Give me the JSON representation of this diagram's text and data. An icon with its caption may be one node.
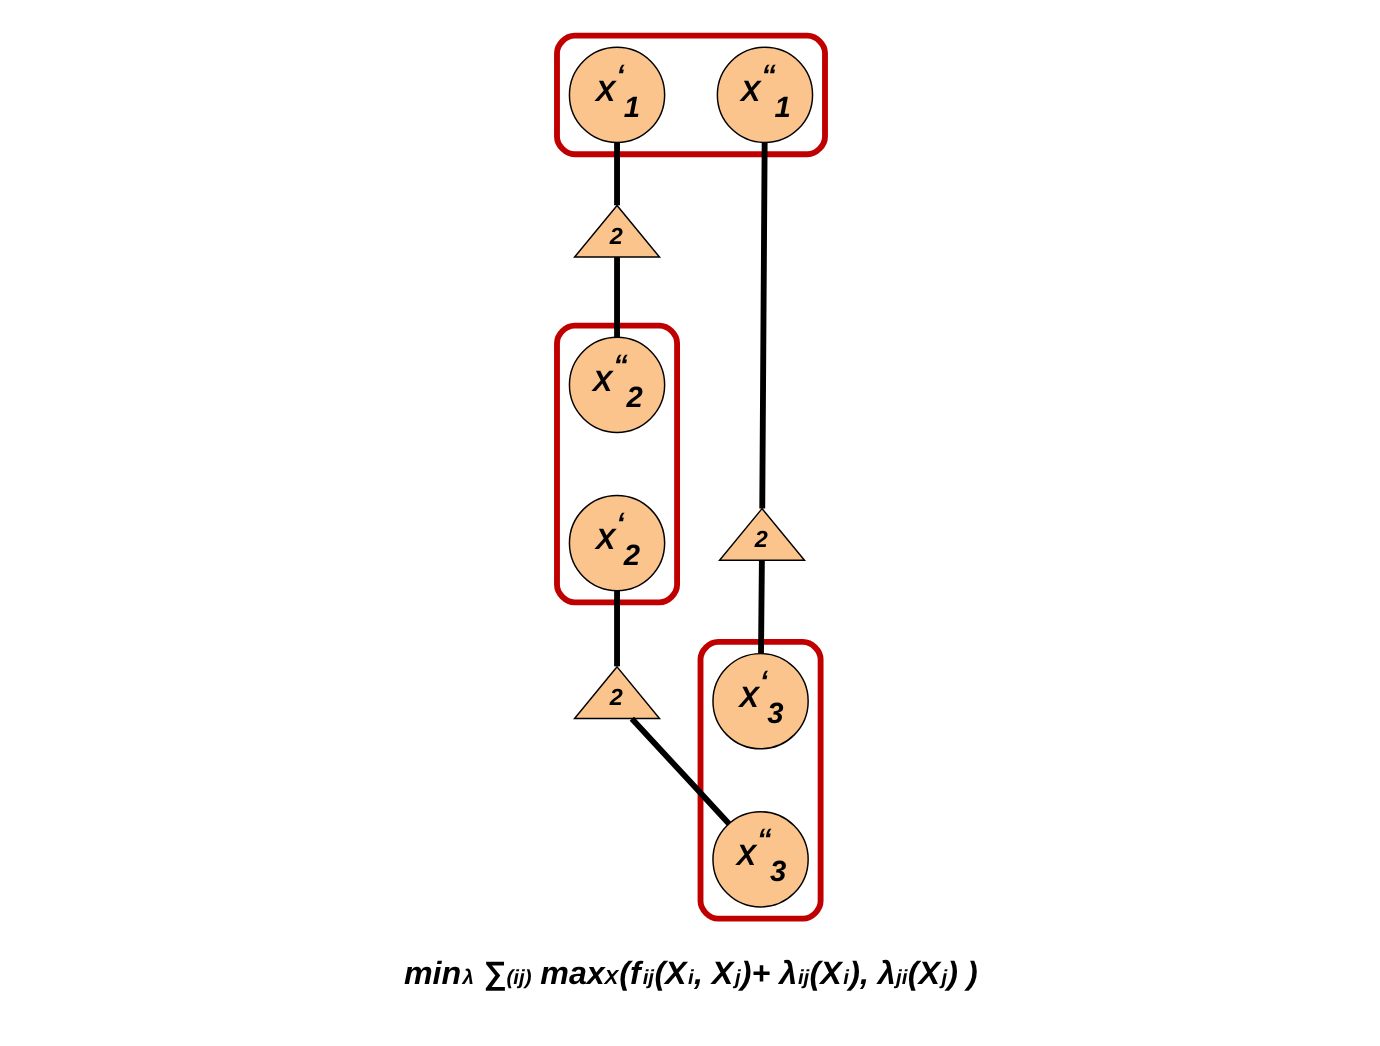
{
  "diagram": {
    "caption": "min$_{λ}$ ∑$_{(ij)}$ max$_{X}$(f$_{ij}$(X$_{i}$, X$_{j}$)+ λ$_{ij}$(X$_{i}$), λ$_{ji}$(X$_{j}$) )",
    "nodes": [
      {
        "text": [],
        "shape": "ellipse"
      },
      {
        "text": [
          "X$^{‘}$$_{1}$"
        ],
        "in": 0
      },
      {
        "text": [
          "X$^{“}$$_{1}$"
        ],
        "in": 0
      },
      {
        "text": [
          "2"
        ]
      },
      {
        "text": [
          "2"
        ]
      },
      {
        "text": [],
        "shape": "ellipse"
      },
      {
        "text": [
          "X$^{“}$$_{2}$"
        ],
        "in": 5
      },
      {
        "text": [
          "X$^{‘}$$_{2}$"
        ],
        "in": 5
      },
      {
        "text": [],
        "shape": "ellipse"
      },
      {
        "text": [
          "X$^{‘}$$_{3}$"
        ],
        "in": 8
      },
      {
        "text": [
          "X$^{“}$$_{3}$"
        ],
        "in": 8
      },
      {
        "text": [
          "2"
        ]
      }
    ],
    "edges": [
      {
        "from": 1,
        "to": 3,
        "arrow": "none"
      },
      {
        "from": 3,
        "to": 6,
        "arrow": "none"
      },
      {
        "from": 2,
        "to": 4,
        "arrow": "none"
      },
      {
        "from": 4,
        "to": 9,
        "arrow": "none"
      },
      {
        "from": 7,
        "to": 11,
        "arrow": "none"
      },
      {
        "from": 11,
        "to": 10,
        "arrow": "none"
      }
    ]
  }
}
